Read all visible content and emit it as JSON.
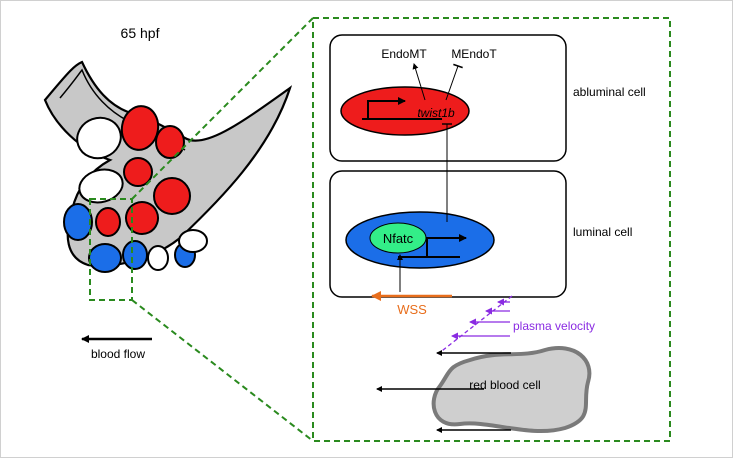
{
  "stage_label": "65 hpf",
  "blood_flow_label": "blood flow",
  "abluminal_cell_label": "abluminal cell",
  "luminal_cell_label": "luminal cell",
  "endomt_label": "EndoMT",
  "mendot_label": "MEndoT",
  "gene_label": "twist1b",
  "tf_label": "Nfatc",
  "wss_label": "WSS",
  "plasma_velocity_label": "plasma velocity",
  "rbc_label": "red blood cell",
  "colors": {
    "zoom_box": "#2a8a1e",
    "abluminal_nucleus": "#ee1c1c",
    "luminal_nucleus": "#1b6ee8",
    "nfatc": "#33ee88",
    "wss": "#e86e1c",
    "plasma": "#8a2be2",
    "rbc_fill": "#cfcfcf",
    "rbc_stroke": "#7a7a7a"
  }
}
